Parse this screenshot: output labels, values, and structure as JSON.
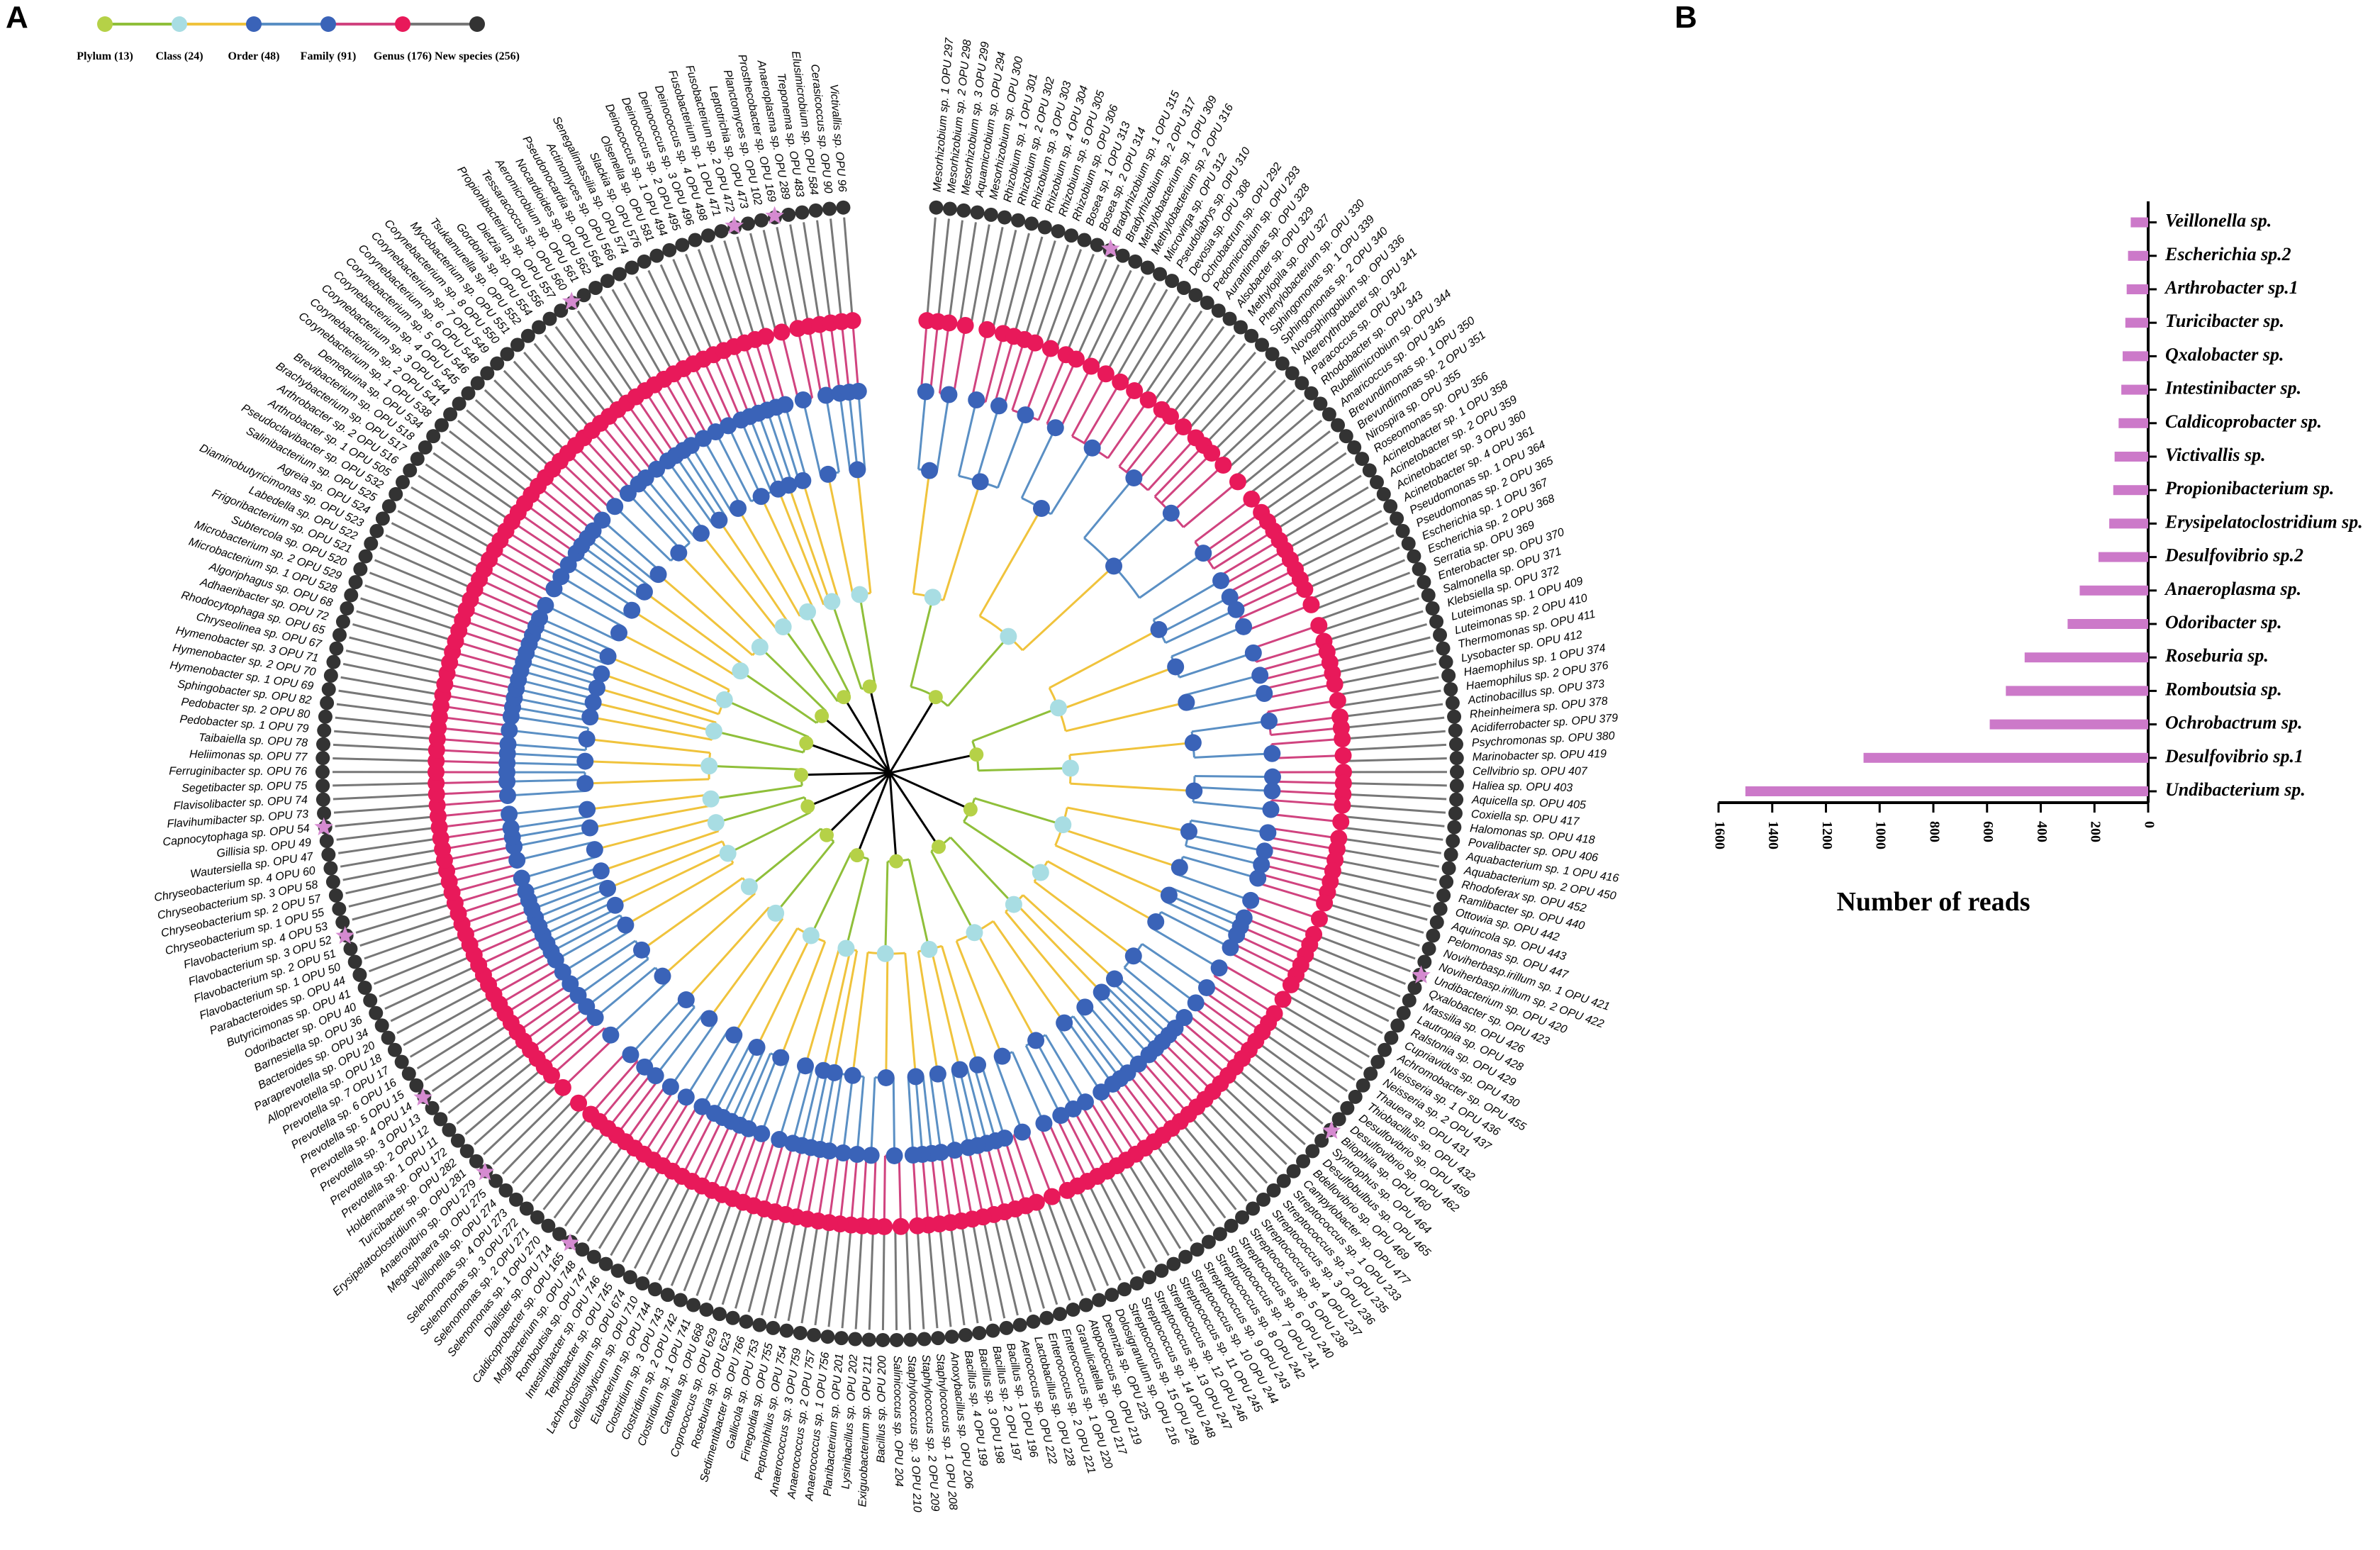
{
  "panels": {
    "a": "A",
    "b": "B"
  },
  "colors": {
    "phylum": "#b5d147",
    "class": "#a8dde3",
    "order": "#3a63b8",
    "family": "#3a63b8",
    "genus": "#e8195a",
    "species": "#333333",
    "edge_phylum": "#8fbf3a",
    "edge_class": "#f0c33c",
    "edge_order": "#5a8fc4",
    "edge_family": "#d0437f",
    "edge_genus": "#777777",
    "star": "#d58ad0",
    "bar": "#cc79c9"
  },
  "legend": {
    "levels": [
      {
        "key": "phylum",
        "label": "Plylum (13)"
      },
      {
        "key": "class",
        "label": "Class (24)"
      },
      {
        "key": "order",
        "label": "Order (48)"
      },
      {
        "key": "family",
        "label": "Family (91)"
      },
      {
        "key": "genus",
        "label": "Genus (176)"
      },
      {
        "key": "species",
        "label": "New species (256)"
      }
    ]
  },
  "tree": {
    "leaf_labels": [
      "Mesorhizobium sp. 1 OPU 297",
      "Mesorhizobium sp. 2 OPU 298",
      "Mesorhizobium sp. 3 OPU 299",
      "Aquamicrobium sp. OPU 294",
      "Mesorhizobium sp. OPU 300",
      "Rhizobium sp. 1 OPU 301",
      "Rhizobium sp. 2 OPU 302",
      "Rhizobium sp. 3 OPU 303",
      "Rhizobium sp. 4 OPU 304",
      "Rhizobium sp. 5 OPU 305",
      "Rhizobium sp. OPU 306",
      "Bosea sp. 1 OPU 313",
      "Bosea sp. 2 OPU 314",
      "Bradyrhizobium sp. 1 OPU 315",
      "Bradyrhizobium sp. 2 OPU 317",
      "Methylobacterium sp. 1 OPU 309",
      "Methylobacterium sp. 2 OPU 316",
      "Microvirga sp. OPU 312",
      "Pseudolabrys sp. OPU 310",
      "Devosia sp. OPU 308",
      "Ochrobactrum sp. OPU 292",
      "Pedomicrobium sp. OPU 293",
      "Aurantimonas sp. OPU 328",
      "Alsobacter sp. OPU 329",
      "Methylopila sp. OPU 327",
      "Phenylobacterium sp. OPU 330",
      "Sphingomonas sp. 1 OPU 339",
      "Sphingomonas sp. 2 OPU 340",
      "Novosphingobium sp. OPU 336",
      "Altererythrobacter sp. OPU 341",
      "Paracoccus sp. OPU 342",
      "Rhodobacter sp. OPU 343",
      "Rubellimicrobium sp. OPU 344",
      "Amaricoccus sp. OPU 345",
      "Brevundimonas sp. 1 OPU 350",
      "Brevundimonas sp. 2 OPU 351",
      "Nirospira sp. OPU 355",
      "Roseomonas sp. OPU 356",
      "Acinetobacter sp. 1 OPU 358",
      "Acinetobacter sp. 2 OPU 359",
      "Acinetobacter sp. 3 OPU 360",
      "Acinetobacter sp. 4 OPU 361",
      "Pseudomonas sp. 1 OPU 364",
      "Pseudomonas sp. 2 OPU 365",
      "Escherichia sp. 1 OPU 367",
      "Escherichia sp. 2 OPU 368",
      "Serratia sp. OPU 369",
      "Enterobacter sp. OPU 370",
      "Salmonella sp. OPU 371",
      "Klebsiella sp. OPU 372",
      "Luteimonas sp. 1 OPU 409",
      "Luteimonas sp. 2 OPU 410",
      "Thermomonas sp. OPU 411",
      "Lysobacter sp. OPU 412",
      "Haemophilus sp. 1 OPU 374",
      "Haemophilus sp. 2 OPU 376",
      "Actinobacillus sp. OPU 373",
      "Rheinheimera sp. OPU 378",
      "Acidiferrobacter sp. OPU 379",
      "Psychromonas sp. OPU 380",
      "Marinobacter sp. OPU 419",
      "Cellvibrio sp. OPU 407",
      "Halieа sp. OPU 403",
      "Aquicella sp. OPU 405",
      "Coxiella sp. OPU 417",
      "Halomonas sp. OPU 418",
      "Povalibacter sp. OPU 406",
      "Aquabacterium sp. 1 OPU 416",
      "Aquabacterium sp. 2 OPU 450",
      "Rhodoferax sp. OPU 452",
      "Ramlibacter sp. OPU 440",
      "Ottowia sp. OPU 442",
      "Aquincola sp. OPU 443",
      "Pelomonas sp. OPU 447",
      "Noviherbasp.irillum sp. 1 OPU 421",
      "Noviherbasp.irillum sp. 2 OPU 422",
      "Undibacterium sp. OPU 420",
      "Qxalobacter sp. OPU 423",
      "Massilia sp. OPU 426",
      "Lautropia sp. OPU 428",
      "Ralstonia sp. OPU 429",
      "Cupriavidus sp. OPU 430",
      "Achromobacter sp. OPU 455",
      "Neisseria sp. 1 OPU 436",
      "Neisseria sp. 2 OPU 437",
      "Thauera sp. OPU 431",
      "Thiobacillus sp. OPU 432",
      "Desulfovibrio sp. OPU 459",
      "Desulfovibrio sp. OPU 462",
      "Bilophila sp. OPU 460",
      "Syntrophus sp. OPU 464",
      "Desulfobulbus sp. OPU 465",
      "Bdellovibrio sp. OPU 469",
      "Campylobacter sp. OPU 477",
      "Streptococcus sp. 1 OPU 233",
      "Streptococcus sp. 2 OPU 235",
      "Streptococcus sp. 3 OPU 236",
      "Streptococcus sp. 4 OPU 237",
      "Streptococcus sp. 5 OPU 238",
      "Streptococcus sp. 6 OPU 240",
      "Streptococcus sp. 7 OPU 241",
      "Streptococcus sp. 8 OPU 242",
      "Streptococcus sp. 9 OPU 243",
      "Streptococcus sp. 10 OPU 244",
      "Streptococcus sp. 11 OPU 245",
      "Streptococcus sp. 12 OPU 246",
      "Streptococcus sp. 13 OPU 247",
      "Streptococcus sp. 14 OPU 248",
      "Streptococcus sp. 15 OPU 249",
      "Dolosigranulum sp. OPU 216",
      "Deemzia sp. OPU 225",
      "Atopococcus sp. OPU 219",
      "Granulicatella sp. OPU 217",
      "Enterococcus sp. 1 OPU 220",
      "Enterococcus sp. 2 OPU 221",
      "Lactobacillus sp. OPU 228",
      "Aerococcus sp. OPU 222",
      "Bacillus sp. 1 OPU 196",
      "Bacillus sp. 2 OPU 197",
      "Bacillus sp. 3 OPU 198",
      "Bacillus sp. 4 OPU 199",
      "Anoxybacillus sp. OPU 206",
      "Staphylococcus sp. 1 OPU 208",
      "Staphylococcus sp. 2 OPU 209",
      "Staphylococcus sp. 3 OPU 210",
      "Salinicoccus sp. OPU 204",
      "Bacillus sp. OPU 200",
      "Exiguobacterium sp. OPU 211",
      "Lysinibacillus sp. OPU 202",
      "Planibacterium sp. OPU 201",
      "Anaerococcus sp. 1 OPU 756",
      "Anaerococcus sp. 2 OPU 757",
      "Anaerococcus sp. 3 OPU 759",
      "Peptoniphilus sp. OPU 754",
      "Finegoldia sp. OPU 755",
      "Gallicola sp. OPU 753",
      "Sedimentibacter sp. OPU 766",
      "Roseburia sp. OPU 623",
      "Coprococcus sp. OPU 629",
      "Catonella sp. OPU 668",
      "Clostridium sp. 1 OPU 741",
      "Clostridium sp. 2 OPU 742",
      "Clostridium sp. 3 OPU 743",
      "Eubacterium sp. OPU 744",
      "Cellulosilyticum sp. OPU 710",
      "Lachnoclostridium sp. OPU 674",
      "Tepidibacter sp. OPU 745",
      "Intestinibacter sp. OPU 746",
      "Romboutsia sp. OPU 747",
      "Mogibacterium sp. OPU 748",
      "Caldicoprobacter sp. OPU 165",
      "Dialister sp. OPU 714",
      "Selenomonas sp. 1 OPU 270",
      "Selenomonas sp. 2 OPU 271",
      "Selenomonas sp. 3 OPU 272",
      "Selenomonas sp. 4 OPU 273",
      "Veillonella sp. OPU 274",
      "Megasphaera sp. OPU 275",
      "Anaerovibrio sp. OPU 279",
      "Erysipelatoclostridium sp. OPU 281",
      "Turicibacter sp. OPU 282",
      "Holdemania sp. OPU 172",
      "Prevotella sp. 1 OPU 11",
      "Prevotella sp. 2 OPU 12",
      "Prevotella sp. 3 OPU 13",
      "Prevotella sp. 4 OPU 14",
      "Prevotella sp. 5 OPU 15",
      "Prevotella sp. 6 OPU 16",
      "Prevotella sp. 7 OPU 17",
      "Alloprevotella sp. OPU 18",
      "Paraprevotella sp. OPU 20",
      "Bacteroides sp. OPU 34",
      "Barnesiella sp. OPU 36",
      "Odoribacter sp. OPU 40",
      "Butyricimonas sp. OPU 41",
      "Parabacteroides sp. OPU 44",
      "Flavobacterium sp. 1 OPU 50",
      "Flavobacterium sp. 2 OPU 51",
      "Flavobacterium sp. 3 OPU 52",
      "Flavobacterium sp. 4 OPU 53",
      "Chryseobacterium sp. 1 OPU 55",
      "Chryseobacterium sp. 2 OPU 57",
      "Chryseobacterium sp. 3 OPU 58",
      "Chryseobacterium sp. 4 OPU 60",
      "Wautersiella sp. OPU 47",
      "Gillisia sp. OPU 49",
      "Capnocytophaga sp. OPU 54",
      "Flavihumibacter sp. OPU 73",
      "Flavisolibacter sp. OPU 74",
      "Segetibacter sp. OPU 75",
      "Ferruginibacter sp. OPU 76",
      "Heliimonas sp. OPU 77",
      "Taibaiella sp. OPU 78",
      "Pedobacter sp. 1 OPU 79",
      "Pedobacter sp. 2 OPU 80",
      "Sphingobacter sp. OPU 82",
      "Hymenobacter sp. 1 OPU 69",
      "Hymenobacter sp. 2 OPU 70",
      "Hymenobacter sp. 3 OPU 71",
      "Chryseolinea sp. OPU 67",
      "Rhodocytophaga sp. OPU 65",
      "Adhaeribacter sp. OPU 72",
      "Algoriphagus sp. OPU 68",
      "Microbacterium sp. 1 OPU 528",
      "Microbacterium sp. 2 OPU 529",
      "Subtercola sp. OPU 520",
      "Frigoribacterium sp. OPU 521",
      "Labedella sp. OPU 522",
      "Diaminobutyricimonas sp. OPU 523",
      "Agreia sp. OPU 524",
      "Salinibacterium sp. OPU 525",
      "Pseudoclavibacter sp. OPU 532",
      "Arthrobacter sp. 1 OPU 505",
      "Arthrobacter sp. 2 OPU 516",
      "Brachybacterium sp. OPU 517",
      "Brevibacterium sp. OPU 518",
      "Demequina sp. OPU 534",
      "Corynebacterium sp. 1 OPU 538",
      "Corynebacterium sp. 2 OPU 541",
      "Corynebacterium sp. 3 OPU 544",
      "Corynebacterium sp. 4 OPU 545",
      "Corynebacterium sp. 5 OPU 546",
      "Corynebacterium sp. 6 OPU 548",
      "Corynebacterium sp. 7 OPU 549",
      "Corynebacterium sp. 8 OPU 550",
      "Mycobacterium sp. OPU 551",
      "Tsukamurella sp. OPU 552",
      "Gordonia sp. OPU 554",
      "Dietzia sp. OPU 556",
      "Propionibacterium sp. OPU 557",
      "Tessaracoccus sp. OPU 560",
      "Aeromicrobium sp. OPU 561",
      "Nocardioides sp. OPU 562",
      "Pseudonocardia sp. OPU 564",
      "Actinomyces sp. OPU 566",
      "Senegalimassilia sp. OPU 574",
      "Slackia sp. OPU 576",
      "Olsenella sp. OPU 581",
      "Deinococcus sp. 1 OPU 494",
      "Deinococcus sp. 2 OPU 495",
      "Deinococcus sp. 3 OPU 496",
      "Deinococcus sp. 4 OPU 498",
      "Fusobacterium sp. 1 OPU 471",
      "Fusobacterium sp. 2 OPU 472",
      "Leptotrichia sp. OPU 473",
      "Planctomyces sp. OPU 102",
      "Prosthecobacter sp. OPU 169",
      "Anaeroplasma sp. OPU 289",
      "Treponema sp. OPU 483",
      "Elusimicrobium sp. OPU 584",
      "Cerasicoccus sp. OPU 90",
      "Victivallis sp. OPU 96"
    ]
  },
  "chart_data": {
    "type": "bar",
    "orientation": "horizontal",
    "categories": [
      "Veillonella sp.",
      "Escherichia sp.2",
      "Arthrobacter sp.1",
      "Turicibacter sp.",
      "Qxalobacter sp.",
      "Intestinibacter sp.",
      "Caldicoprobacter sp.",
      "Victivallis sp.",
      "Propionibacterium sp.",
      "Erysipelatoclostridium sp.",
      "Desulfovibrio sp.2",
      "Anaeroplasma sp.",
      "Odoribacter sp.",
      "Roseburia sp.",
      "Romboutsia sp.",
      "Ochrobactrum sp.",
      "Desulfovibrio sp.1",
      "Undibacterium sp."
    ],
    "values": [
      65,
      75,
      80,
      85,
      95,
      100,
      110,
      125,
      130,
      145,
      185,
      255,
      300,
      460,
      530,
      590,
      1060,
      1500
    ],
    "xlabel": "Number of reads",
    "ticks": [
      "0",
      "200",
      "400",
      "600",
      "800",
      "1000",
      "1200",
      "1400",
      "1600"
    ],
    "xlim": [
      0,
      1600
    ],
    "axis_direction": "reversed"
  }
}
